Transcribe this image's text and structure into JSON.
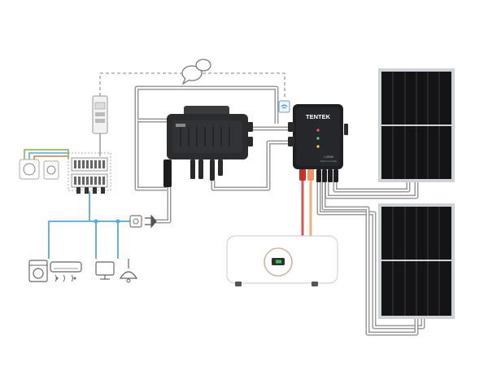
{
  "controller": {
    "brand": "TENTEK",
    "model_line": "1,400W",
    "model_sub": "Solar Controller"
  },
  "colors": {
    "cable_outer": "#9a9a9a",
    "cable_inner": "#ffffff",
    "blue_line": "#5aa7d6",
    "controller_body": "#1e1f22",
    "inverter_body": "#2b2c2e",
    "panel_cell": "#141416",
    "panel_frame": "#cfd2d6",
    "battery_body": "#ffffff",
    "battery_led": "#3fbf5a",
    "red_wire": "#d9534f",
    "orange_wire": "#f0ad7a"
  },
  "icons": [
    "wifi-icon",
    "chat-bubbles-icon",
    "smart-meter-icon",
    "breaker-panel-icon",
    "plug-icon",
    "washing-machine-icon",
    "ac-unit-icon",
    "monitor-icon",
    "lamp-icon"
  ]
}
